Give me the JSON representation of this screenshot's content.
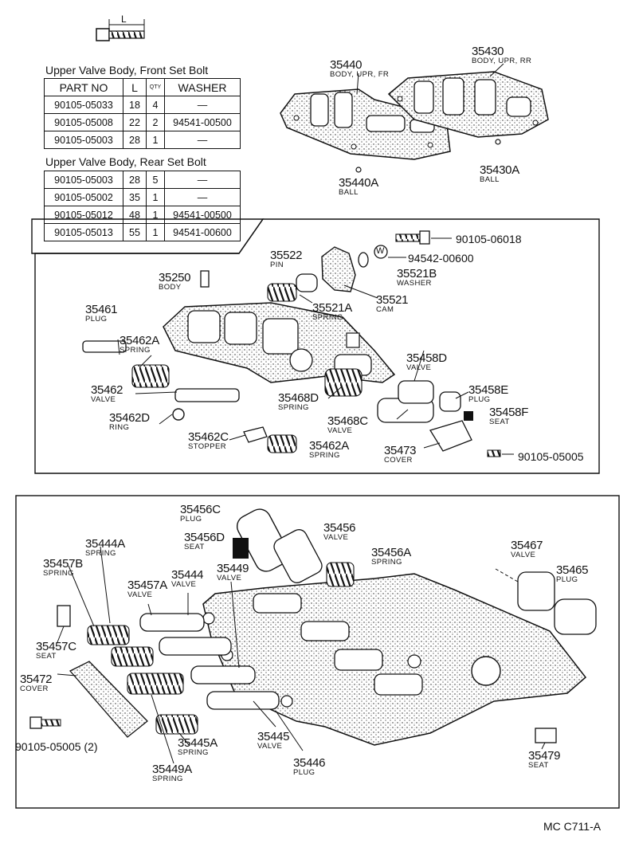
{
  "bolt_icon_label": "L",
  "front_table": {
    "title": "Upper Valve Body, Front Set Bolt",
    "headers": [
      "PART NO",
      "L",
      "QTY",
      "WASHER"
    ],
    "rows": [
      [
        "90105-05033",
        "18",
        "4",
        "—"
      ],
      [
        "90105-05008",
        "22",
        "2",
        "94541-00500"
      ],
      [
        "90105-05003",
        "28",
        "1",
        "—"
      ]
    ]
  },
  "rear_table": {
    "title": "Upper Valve Body, Rear Set Bolt",
    "rows": [
      [
        "90105-05003",
        "28",
        "5",
        "—"
      ],
      [
        "90105-05002",
        "35",
        "1",
        "—"
      ],
      [
        "90105-05012",
        "48",
        "1",
        "94541-00500"
      ],
      [
        "90105-05013",
        "55",
        "1",
        "94541-00600"
      ]
    ]
  },
  "labels": {
    "p35440": {
      "num": "35440",
      "sub": "BODY, UPR, FR"
    },
    "p35430": {
      "num": "35430",
      "sub": "BODY, UPR, RR"
    },
    "p35440A": {
      "num": "35440A",
      "sub": "BALL"
    },
    "p35430A": {
      "num": "35430A",
      "sub": "BALL"
    },
    "p35522": {
      "num": "35522",
      "sub": "PIN"
    },
    "p35250": {
      "num": "35250",
      "sub": "BODY"
    },
    "p35521B": {
      "num": "35521B",
      "sub": "WASHER"
    },
    "p35521A": {
      "num": "35521A",
      "sub": "SPRING"
    },
    "p35521": {
      "num": "35521",
      "sub": "CAM"
    },
    "p35461": {
      "num": "35461",
      "sub": "PLUG"
    },
    "p35462A_top": {
      "num": "35462A",
      "sub": "SPRING"
    },
    "p35458D": {
      "num": "35458D",
      "sub": "VALVE"
    },
    "p35458E": {
      "num": "35458E",
      "sub": "PLUG"
    },
    "p35462": {
      "num": "35462",
      "sub": "VALVE"
    },
    "p35468D": {
      "num": "35468D",
      "sub": "SPRING"
    },
    "p35458F": {
      "num": "35458F",
      "sub": "SEAT"
    },
    "p35462D": {
      "num": "35462D",
      "sub": "RING"
    },
    "p35468C": {
      "num": "35468C",
      "sub": "VALVE"
    },
    "p35462C": {
      "num": "35462C",
      "sub": "STOPPER"
    },
    "p35462A_bot": {
      "num": "35462A",
      "sub": "SPRING"
    },
    "p35473": {
      "num": "35473",
      "sub": "COVER"
    },
    "p35456C": {
      "num": "35456C",
      "sub": "PLUG"
    },
    "p35456": {
      "num": "35456",
      "sub": "VALVE"
    },
    "p35456D": {
      "num": "35456D",
      "sub": "SEAT"
    },
    "p35456A": {
      "num": "35456A",
      "sub": "SPRING"
    },
    "p35444A": {
      "num": "35444A",
      "sub": "SPRING"
    },
    "p35467": {
      "num": "35467",
      "sub": "VALVE"
    },
    "p35457B": {
      "num": "35457B",
      "sub": "SPRING"
    },
    "p35465": {
      "num": "35465",
      "sub": "PLUG"
    },
    "p35457A": {
      "num": "35457A",
      "sub": "VALVE"
    },
    "p35444": {
      "num": "35444",
      "sub": "VALVE"
    },
    "p35449": {
      "num": "35449",
      "sub": "VALVE"
    },
    "p35457C": {
      "num": "35457C",
      "sub": "SEAT"
    },
    "p35472": {
      "num": "35472",
      "sub": "COVER"
    },
    "p35445": {
      "num": "35445",
      "sub": "VALVE"
    },
    "p35445A": {
      "num": "35445A",
      "sub": "SPRING"
    },
    "p35446": {
      "num": "35446",
      "sub": "PLUG"
    },
    "p35449A": {
      "num": "35449A",
      "sub": "SPRING"
    },
    "p35479": {
      "num": "35479",
      "sub": "SEAT"
    }
  },
  "side_codes": {
    "bolt_06018": "90105-06018",
    "washer_00600": "94542-00600",
    "washer_mark": "W",
    "bolt_05005_mid": "90105-05005",
    "bolt_05005_low": "90105-05005 (2)"
  },
  "diagram_code": "MC  C711-A"
}
